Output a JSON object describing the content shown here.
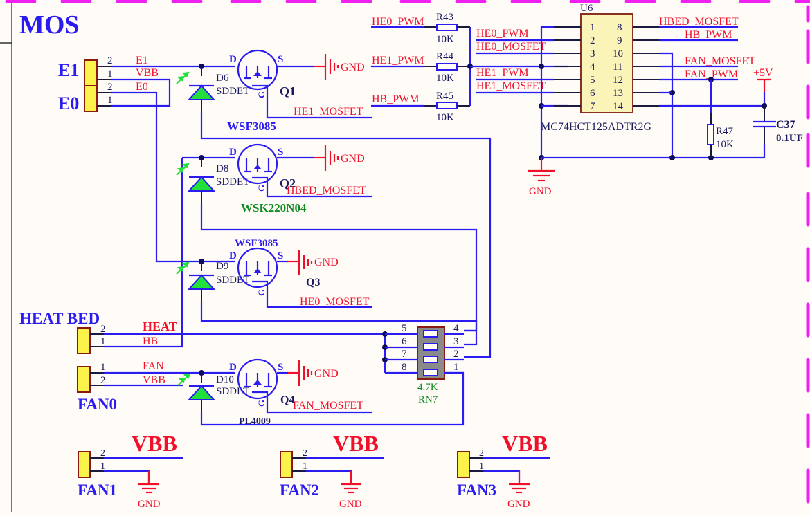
{
  "sheet": {
    "title": "MOS"
  },
  "connectors": {
    "E1": {
      "name": "E1",
      "pins": [
        "2",
        "1"
      ],
      "nets": [
        "E1",
        "VBB"
      ]
    },
    "E0": {
      "name": "E0",
      "pins": [
        "2",
        "1"
      ],
      "nets": [
        "E0",
        ""
      ]
    },
    "HEATBED": {
      "name": "HEAT BED",
      "pins": [
        "2",
        "1"
      ],
      "nets": [
        "HEAT",
        "HB"
      ]
    },
    "FAN0": {
      "name": "FAN0",
      "pins": [
        "1",
        "2"
      ],
      "nets": [
        "FAN",
        "VBB"
      ]
    },
    "FAN1": {
      "name": "FAN1",
      "pins": [
        "2",
        "1"
      ],
      "power": "VBB",
      "gnd": "GND"
    },
    "FAN2": {
      "name": "FAN2",
      "pins": [
        "2",
        "1"
      ],
      "power": "VBB",
      "gnd": "GND"
    },
    "FAN3": {
      "name": "FAN3",
      "pins": [
        "2",
        "1"
      ],
      "power": "VBB",
      "gnd": "GND"
    }
  },
  "mosfets": [
    {
      "ref": "Q1",
      "part": "WSF3085",
      "diode": "D6",
      "diode_part": "SDDET",
      "gate_net": "HE1_MOSFET",
      "gnd": "GND"
    },
    {
      "ref": "Q2",
      "part": "WSK220N04",
      "diode": "D8",
      "diode_part": "SDDET",
      "gate_net": "HBED_MOSFET",
      "gnd": "GND"
    },
    {
      "ref": "Q3",
      "part": "WSF3085",
      "diode": "D9",
      "diode_part": "SDDET",
      "gate_net": "HE0_MOSFET",
      "gnd": "GND"
    },
    {
      "ref": "Q4",
      "part": "PL4009",
      "diode": "D10",
      "diode_part": "SDDET",
      "gate_net": "FAN_MOSFET",
      "gnd": "GND"
    }
  ],
  "pin_labels": {
    "drain": "D",
    "source": "S",
    "gate": "G"
  },
  "resistors": [
    {
      "ref": "R43",
      "value": "10K",
      "net": "HE0_PWM"
    },
    {
      "ref": "R44",
      "value": "10K",
      "net": "HE1_PWM"
    },
    {
      "ref": "R45",
      "value": "10K",
      "net": "HB_PWM"
    },
    {
      "ref": "R47",
      "value": "10K"
    }
  ],
  "ic": {
    "ref": "U6",
    "part": "MC74HCT125ADTR2G",
    "left_pins": [
      "1",
      "2",
      "3",
      "4",
      "5",
      "6",
      "7"
    ],
    "right_pins": [
      "8",
      "9",
      "10",
      "11",
      "12",
      "13",
      "14"
    ],
    "left_nets": [
      "HE0_PWM",
      "HE0_MOSFET",
      "HE1_PWM",
      "HE1_MOSFET"
    ],
    "right_nets": [
      "HBED_MOSFET",
      "HB_PWM",
      "FAN_MOSFET",
      "FAN_PWM"
    ],
    "gnd": "GND"
  },
  "capacitor": {
    "ref": "C37",
    "value": "0.1UF"
  },
  "power": {
    "vcc": "+5V"
  },
  "resistor_network": {
    "ref": "RN7",
    "value": "4.7K",
    "left_pins": [
      "5",
      "6",
      "7",
      "8"
    ],
    "right_pins": [
      "4",
      "3",
      "2",
      "1"
    ]
  }
}
